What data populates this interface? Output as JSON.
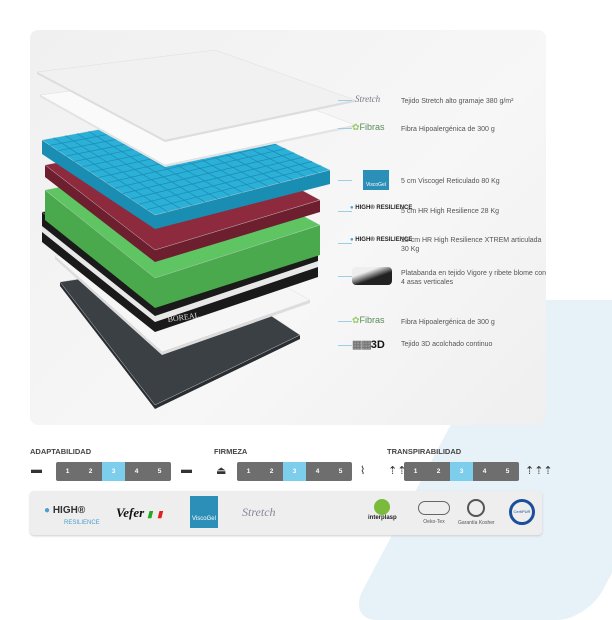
{
  "layers": [
    {
      "logo": "Stretch",
      "text": "Tejido Stretch alto gramaje 380 g/m²"
    },
    {
      "logo": "Fibras",
      "text": "Fibra Hipoalergénica de 300 g"
    },
    {
      "logo": "ViscoGel",
      "text": "5 cm Viscogel Reticulado 80 Kg"
    },
    {
      "logo": "HIGH® RESILIENCE",
      "text": "5 cm HR High Resilience 28 Kg"
    },
    {
      "logo": "HIGH® RESILIENCE",
      "text": "15 cm HR High Resilience XTREM articulada 30 Kg"
    },
    {
      "logo": "",
      "text": "Platabanda en tejido Vigore y ribete blome con 4 asas verticales"
    },
    {
      "logo": "Fibras",
      "text": "Fibra Hipoalergénica de 300 g"
    },
    {
      "logo": "3D",
      "text": "Tejido 3D acolchado continuo"
    }
  ],
  "mattress_brand": "BOREAL",
  "ratings": [
    {
      "title": "ADAPTABILIDAD",
      "levels": [
        "1",
        "2",
        "3",
        "4",
        "5"
      ],
      "selected": 3
    },
    {
      "title": "FIRMEZA",
      "levels": [
        "1",
        "2",
        "3",
        "4",
        "5"
      ],
      "selected": 3
    },
    {
      "title": "TRANSPIRABILIDAD",
      "levels": [
        "1",
        "2",
        "3",
        "4",
        "5"
      ],
      "selected": 3
    }
  ],
  "brands": {
    "high": "HIGH®",
    "resilience": "RESILIENCE",
    "vefer": "Vefer",
    "viscogel": "ViscoGel",
    "stretch": "Stretch",
    "interplasp": "interplasp",
    "oeko": "Oeko-Tex",
    "kosher": "Garantía Kosher",
    "certipur": "CertiPUR"
  },
  "colors": {
    "accent": "#7dcdec",
    "blue_layer": "#2bb0d8",
    "red_layer": "#8e2a3e",
    "green_layer": "#5fc462"
  }
}
